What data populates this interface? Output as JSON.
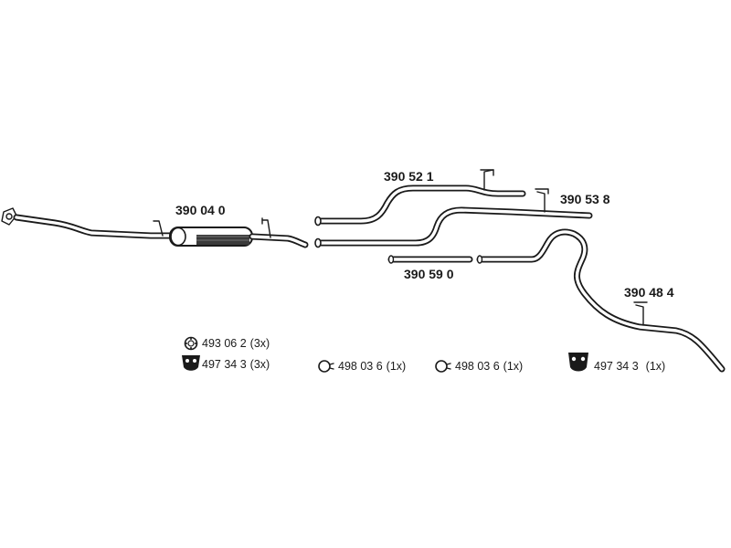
{
  "parts": {
    "p390040": "390 04 0",
    "p390521": "390 52 1",
    "p390538": "390 53 8",
    "p390590": "390 59 0",
    "p390484": "390 48 4"
  },
  "accessories": [
    {
      "number": "493 06 2",
      "qty": "(3x)",
      "icon": "gasket-ring-icon"
    },
    {
      "number": "497 34 3",
      "qty": "(3x)",
      "icon": "rubber-mount-icon"
    },
    {
      "number": "498 03 6",
      "qty": "(1x)",
      "icon": "pipe-clamp-icon"
    },
    {
      "number": "498 03 6",
      "qty": "(1x)",
      "icon": "pipe-clamp-icon"
    },
    {
      "number": "497 34 3",
      "qty": "(1x)",
      "icon": "rubber-mount-icon"
    }
  ],
  "colors": {
    "line": "#1a1a1a",
    "background": "#ffffff"
  }
}
